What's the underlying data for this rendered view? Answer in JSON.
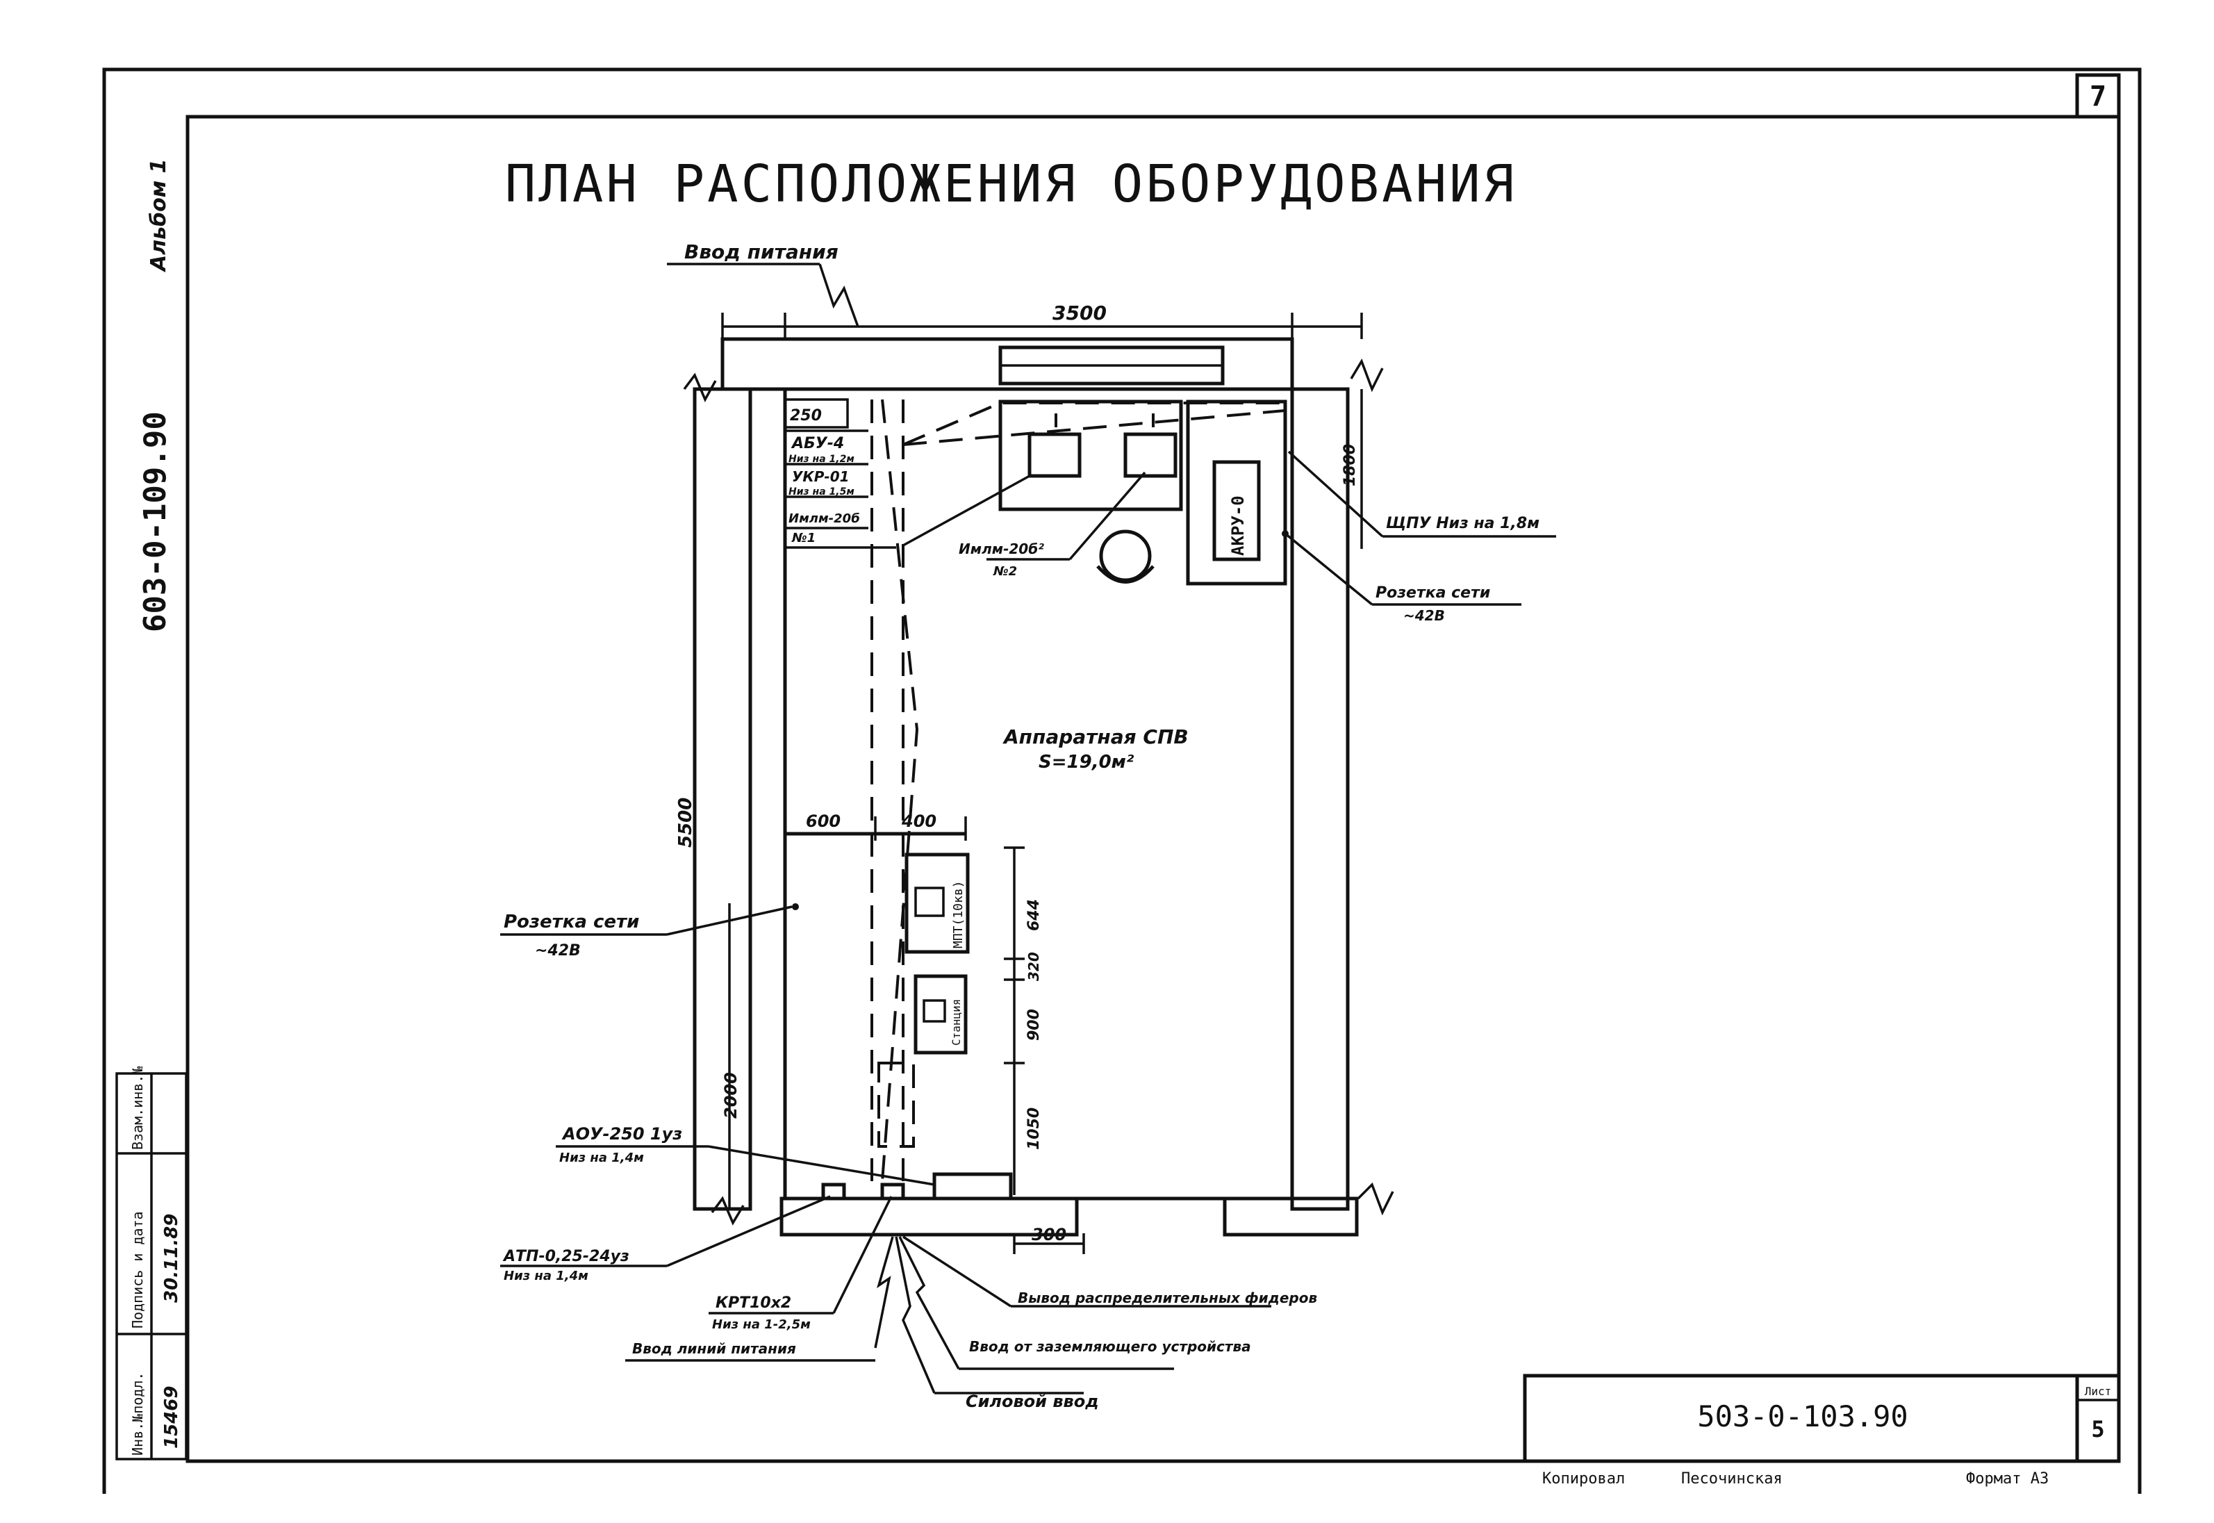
{
  "title": "ПЛАН РАСПОЛОЖЕНИЯ ОБОРУДОВАНИЯ",
  "sheet_number": "7",
  "side_code": "603-0-109.90",
  "side_album": "Альбом 1",
  "room": {
    "name": "Аппаратная СПВ",
    "area": "S=19,0м²"
  },
  "dimensions": {
    "top_width": "3500",
    "left_height": "5500",
    "left_lower": "2000",
    "right_top": "1800",
    "seg_600": "600",
    "seg_400": "400",
    "bottom_300": "300",
    "small_250": "250",
    "v_644": "644",
    "v_320": "320",
    "v_900": "900",
    "v_1050": "1050"
  },
  "labels": {
    "power_input": "Ввод питания",
    "asu": "АБУ-4",
    "asu_note": "Низ на 1,2м",
    "ukr": "УКР-01",
    "ukr_note": "Низ на 1,5м",
    "iml_left": "Имлм-20б",
    "iml_left_num": "№1",
    "iml_center": "Имлм-20б²",
    "iml_center_num": "№2",
    "akpu": "АКРУ-0",
    "shchpu": "ЩПУ Низ на 1,8м",
    "socket_right": "Розетка сети",
    "socket_right_v": "~42В",
    "socket_left": "Розетка сети",
    "socket_left_v": "~42В",
    "device_1": "МПТ(10кв)",
    "device_2": "Станция",
    "aou": "АОУ-250 1уз",
    "aou_note": "Низ на 1,4м",
    "atp": "АТП-0,25-24уз",
    "atp_note": "Низ на 1,4м",
    "krt": "КРТ10х2",
    "krt_note": "Низ на 1-2,5м",
    "feeders": "Вывод распределительных фидеров",
    "ground": "Ввод от заземляющего устройства",
    "lines_input": "Ввод линий питания",
    "cable_input": "Силовой ввод"
  },
  "stamp": {
    "code": "503-0-103.90",
    "sheet": "5",
    "sheet_label": "Лист",
    "copied": "Копировал",
    "author": "Песочинская",
    "format": "Формат А3"
  },
  "left_table": {
    "inv_label": "Инв.№подл.",
    "inv_value": "15469",
    "sign_label": "Подпись и дата",
    "sign_value": "30.11.89",
    "replace_label": "Взам.инв.№"
  }
}
